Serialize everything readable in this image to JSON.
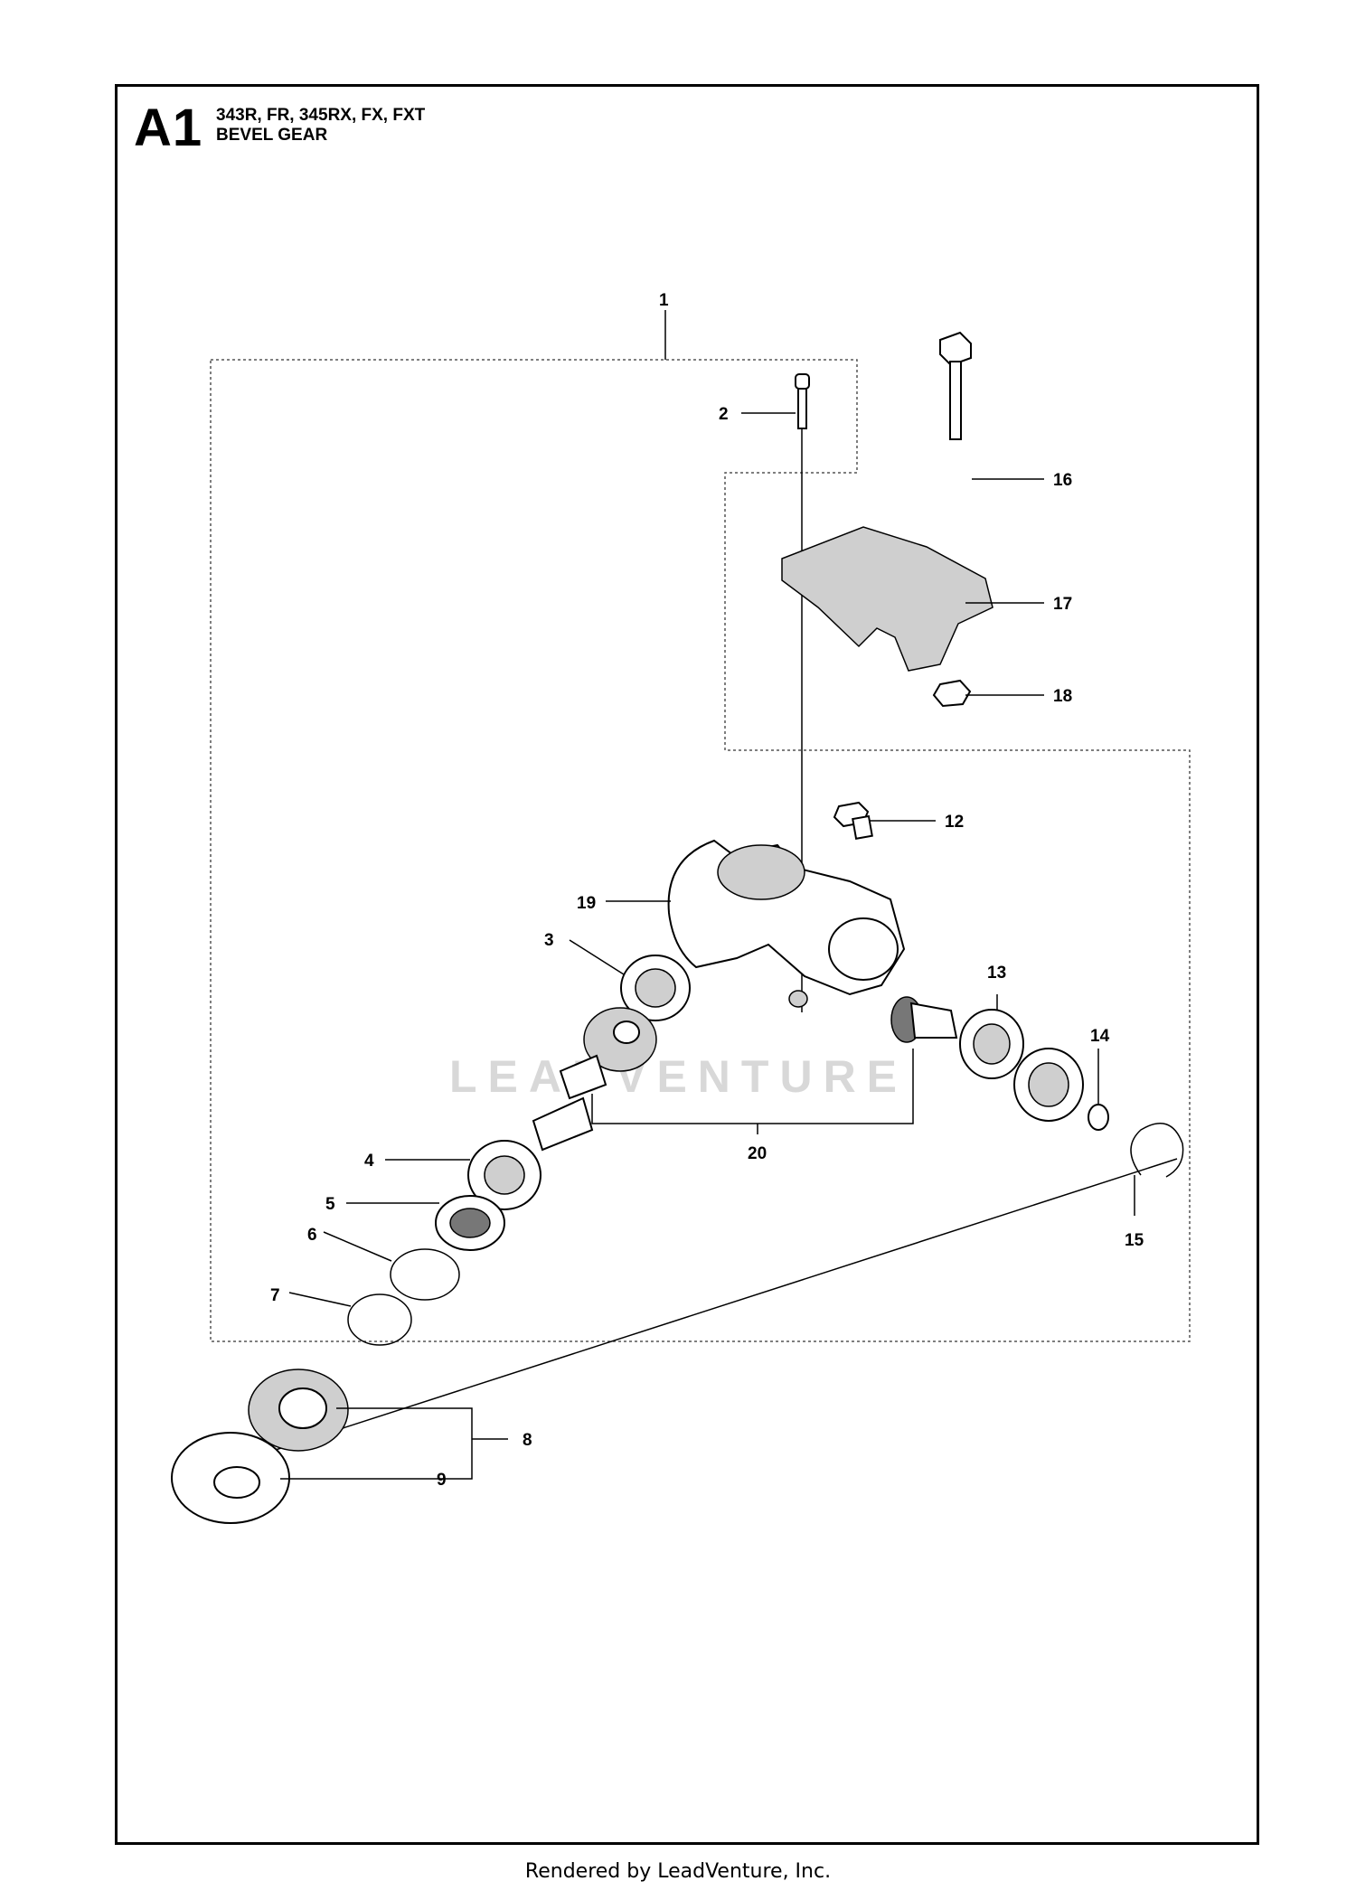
{
  "header": {
    "section": "A1",
    "models": "343R, FR, 345RX, FX, FXT",
    "title": "BEVEL GEAR"
  },
  "watermark": "LEADVENTURE",
  "footer": "Rendered by LeadVenture, Inc.",
  "callouts": [
    "1",
    "2",
    "3",
    "4",
    "5",
    "6",
    "7",
    "8",
    "9",
    "12",
    "13",
    "14",
    "15",
    "16",
    "17",
    "18",
    "19",
    "20"
  ]
}
